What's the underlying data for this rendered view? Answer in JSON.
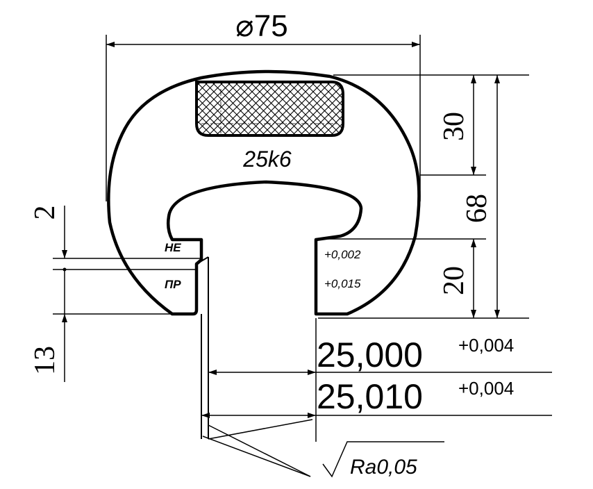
{
  "drawing": {
    "diameter": "⌀75",
    "insert_fit": "25k6",
    "dim_height_upper": "30",
    "dim_height_total": "68",
    "dim_height_lower": "20",
    "dim_left_small": "2",
    "dim_left_large": "13",
    "gauge_go": "НЕ",
    "gauge_nogo": "ПР",
    "tol_upper": "+0,002",
    "tol_lower": "+0,015",
    "size_1": "25,000",
    "size_1_tol": "+0,004",
    "size_2": "25,010",
    "size_2_tol": "+0,004",
    "roughness_symbol": "√",
    "roughness_value": "Ra0,05"
  },
  "colors": {
    "line": "#000000",
    "background": "#ffffff"
  }
}
